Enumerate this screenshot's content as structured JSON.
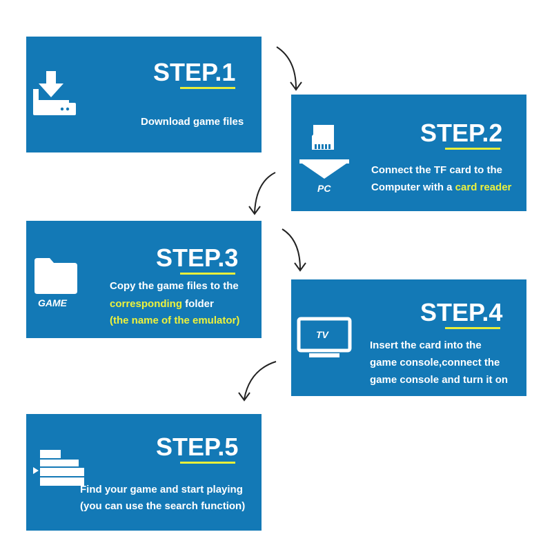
{
  "steps": [
    {
      "title": "STEP.1",
      "lines": [
        "Download game files"
      ],
      "icon": "download-icon",
      "icon_label": ""
    },
    {
      "title": "STEP.2",
      "line1": "Connect the TF card to the",
      "line2_prefix": "Computer with a ",
      "line2_highlight": "card reader",
      "icon": "tf-card-to-pc-icon",
      "icon_label": "PC"
    },
    {
      "title": "STEP.3",
      "line1": "Copy the game files to the",
      "line2_highlight": "corresponding",
      "line2_suffix": " folder",
      "line3_highlight": "(the name of the emulator)",
      "icon": "folder-icon",
      "icon_label": "GAME"
    },
    {
      "title": "STEP.4",
      "lines": [
        "Insert the card into the",
        "game console,connect the",
        "game console and turn it on"
      ],
      "icon": "tv-icon",
      "icon_label": "TV"
    },
    {
      "title": "STEP.5",
      "lines": [
        "Find your game and start playing",
        "(you can use the search function)"
      ],
      "icon": "game-list-icon",
      "icon_label": ""
    }
  ],
  "colors": {
    "card": "#1379b6",
    "highlight": "#eef23c",
    "underline": "#e9ef3a",
    "arrow": "#222222"
  }
}
